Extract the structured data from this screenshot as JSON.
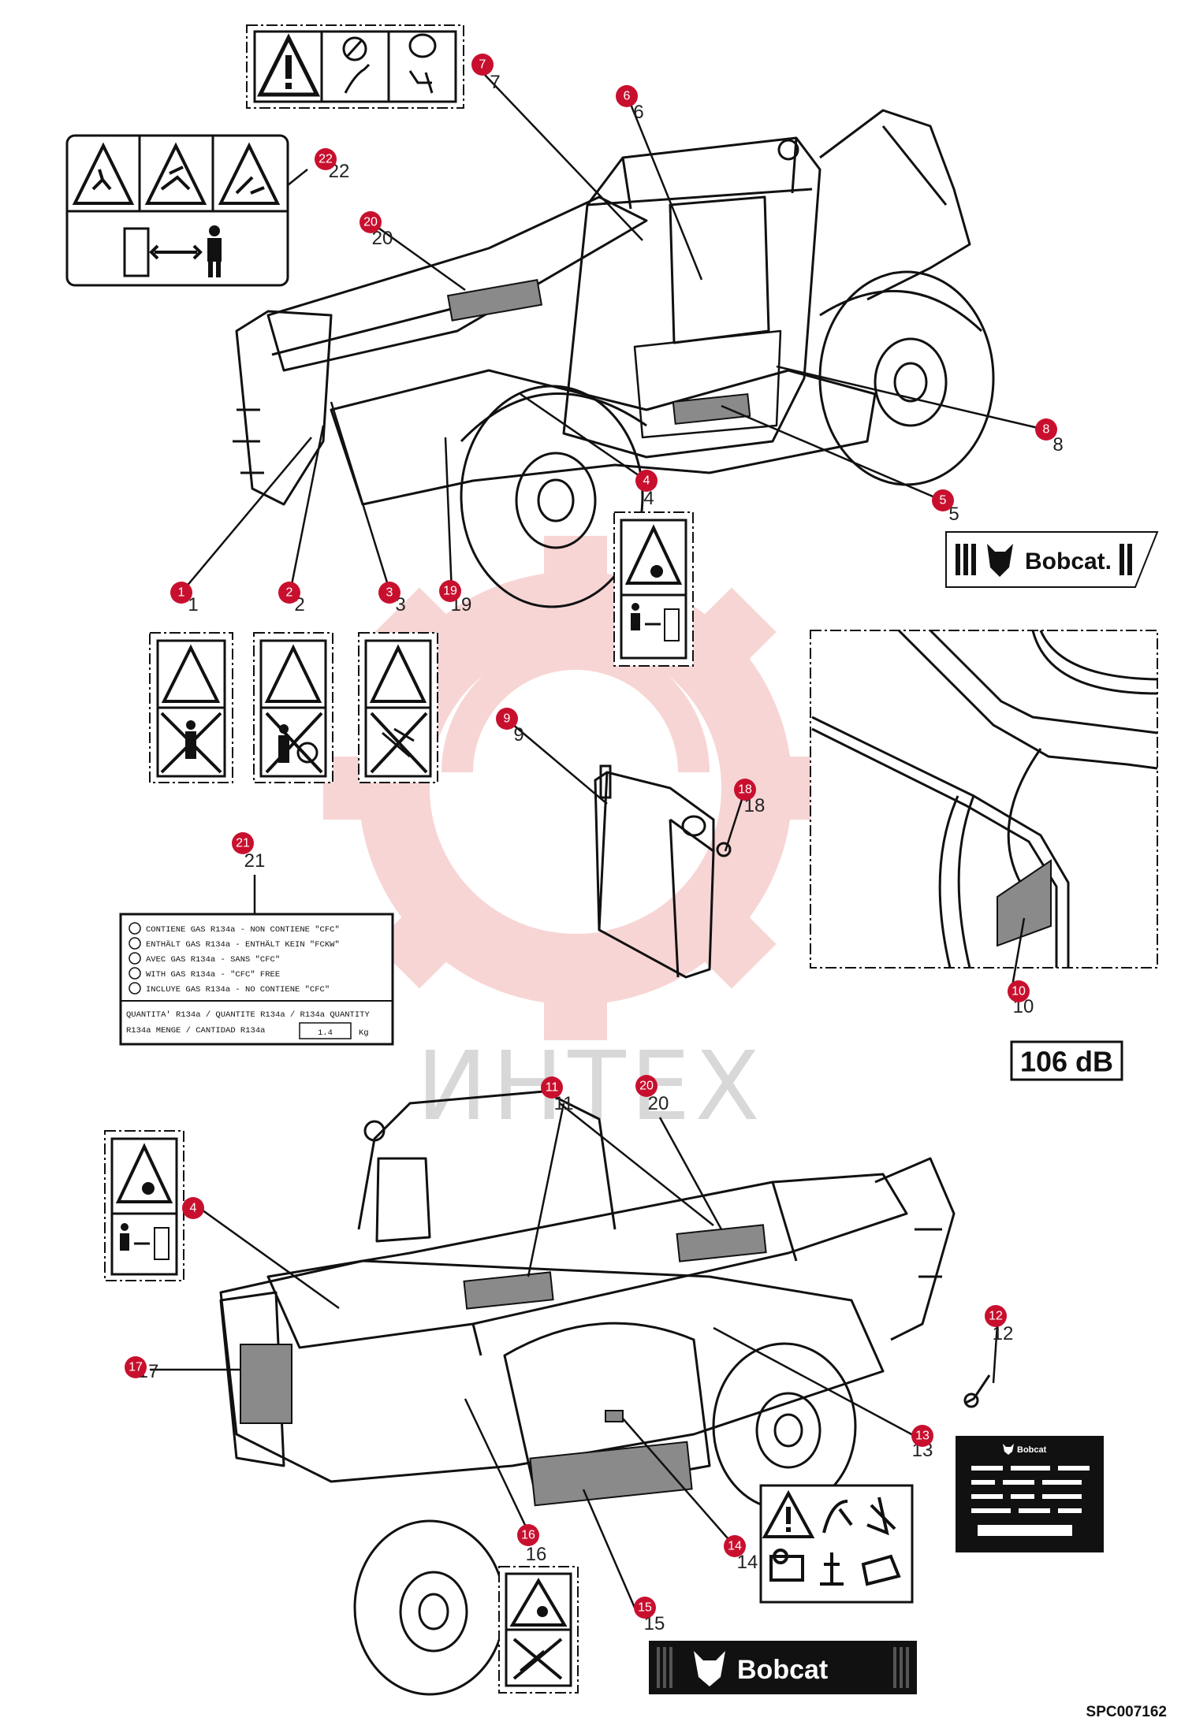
{
  "watermark": "ИНТЕХ",
  "drawing_code": "SPC007162",
  "noise_level": "106 dB",
  "brand": "Bobcat.",
  "brand_bottom": "Bobcat",
  "id_plate_brand": "Bobcat",
  "decal_21": {
    "lines": [
      "CONTIENE GAS R134a - NON CONTIENE \"CFC\"",
      "ENTHÄLT GAS R134a - ENTHÄLT KEIN \"FCKW\"",
      "AVEC GAS R134a - SANS \"CFC\"",
      "WITH GAS R134a - \"CFC\" FREE",
      "INCLUYE GAS R134a - NO CONTIENE \"CFC\""
    ],
    "quantity_line1": "QUANTITA' R134a / QUANTITE R134a / R134a QUANTITY",
    "quantity_line2": "R134a MENGE / CANTIDAD R134a",
    "quantity_value": "1.4",
    "quantity_unit": "Kg"
  },
  "callouts": {
    "c1": "1",
    "c2": "2",
    "c3": "3",
    "c4a": "4",
    "c4b": "4",
    "c5": "5",
    "c6": "6",
    "c7": "7",
    "c8": "8",
    "c9": "9",
    "c10": "10",
    "c11": "11",
    "c12": "12",
    "c13": "13",
    "c14": "14",
    "c15": "15",
    "c16": "16",
    "c17": "17",
    "c18": "18",
    "c19": "19",
    "c20a": "20",
    "c20b": "20",
    "c21": "21",
    "c22": "22"
  },
  "colors": {
    "callout_fill": "#c8102e",
    "line": "#111111",
    "decal_fill": "#8a8a8a",
    "watermark": "#e86a6a"
  }
}
